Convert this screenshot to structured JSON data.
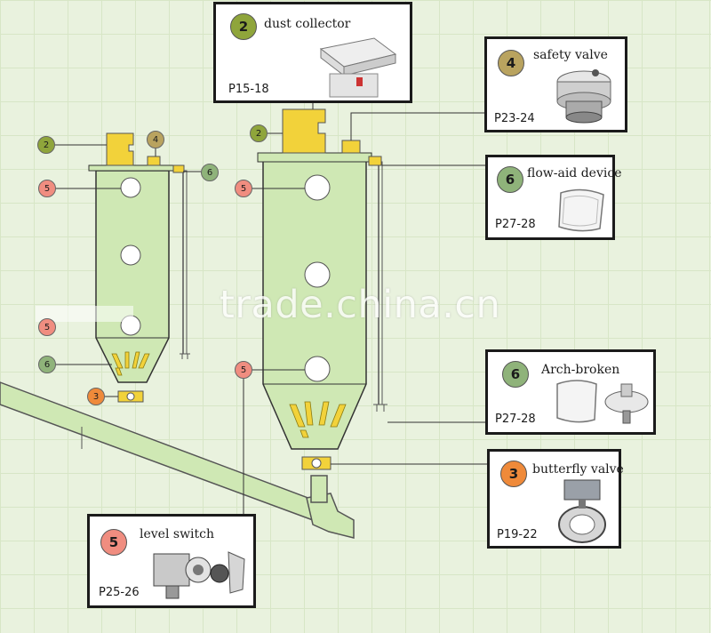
{
  "colors": {
    "background": "#e9f2de",
    "silo_fill": "#cfe8b4",
    "part_yellow": "#f2d23a",
    "badge_2": "#8fa53b",
    "badge_3": "#ef8a3a",
    "badge_4": "#b9a35f",
    "badge_5": "#f08d80",
    "badge_6": "#8fb37a"
  },
  "watermark": "trade.china.cn",
  "callouts": [
    {
      "id": "dust-collector",
      "number": "2",
      "title": "dust collector",
      "pages": "P15-18",
      "icon": "dust-collector-icon"
    },
    {
      "id": "safety-valve",
      "number": "4",
      "title": "safety valve",
      "pages": "P23-24",
      "icon": "safety-valve-icon"
    },
    {
      "id": "flow-aid-device",
      "number": "6",
      "title": "flow-aid device",
      "pages": "P27-28",
      "icon": "flow-aid-pad-icon"
    },
    {
      "id": "arch-broken",
      "number": "6",
      "title": "Arch-broken",
      "pages": "P27-28",
      "icon": "arch-breaker-icon"
    },
    {
      "id": "butterfly-valve",
      "number": "3",
      "title": "butterfly valve",
      "pages": "P19-22",
      "icon": "butterfly-valve-icon"
    },
    {
      "id": "level-switch",
      "number": "5",
      "title": "level switch",
      "pages": "P25-26",
      "icon": "level-switch-icon"
    }
  ],
  "markers": {
    "small_silo": [
      "2",
      "4",
      "6",
      "5",
      "5",
      "6",
      "3"
    ],
    "large_silo": [
      "2",
      "5",
      "5"
    ]
  }
}
